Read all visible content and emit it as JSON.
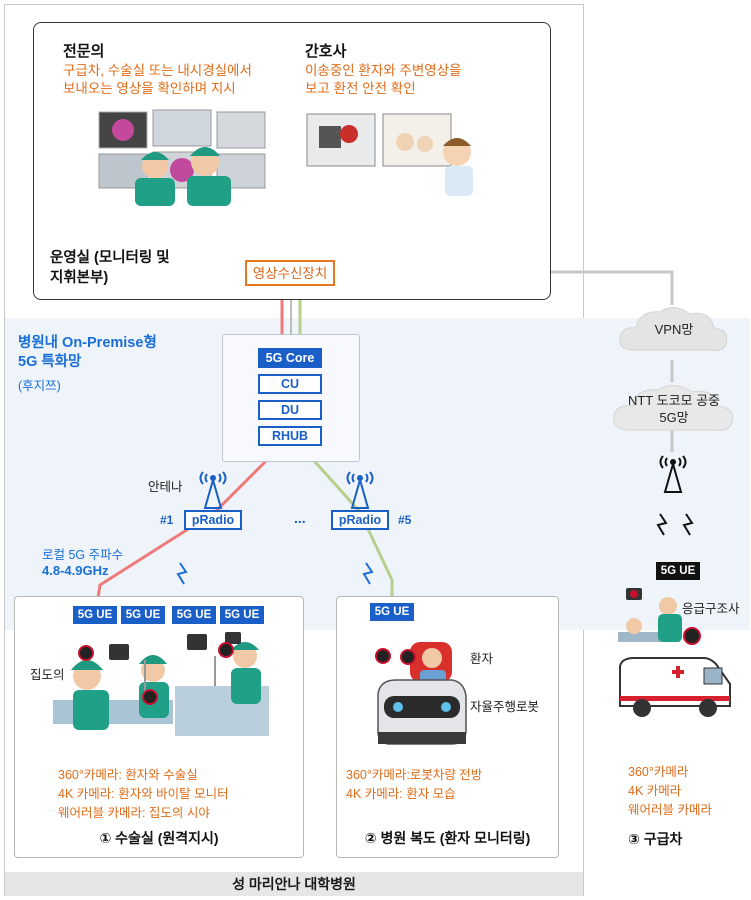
{
  "operations_room": {
    "specialist_title": "전문의",
    "specialist_desc_line1": "구급차, 수술실 또는 내시경실에서",
    "specialist_desc_line2": "보내오는 영상을 확인하며 지시",
    "nurse_title": "간호사",
    "nurse_desc_line1": "이송중인 환자와 주변영상을",
    "nurse_desc_line2": "보고 환전 안전 확인",
    "room_label_line1": "운영실 (모니터링 및",
    "room_label_line2": "지휘본부)",
    "receiver_label": "영상수신장치"
  },
  "network": {
    "title_line1": "병원내 On-Premise형",
    "title_line2": "5G 특화망",
    "vendor": "(후지쯔)",
    "core_blocks": [
      "5G Core",
      "CU",
      "DU",
      "RHUB"
    ],
    "antenna_label": "안테나",
    "pradio_label": "pRadio",
    "pradio_left_num": "#1",
    "pradio_right_num": "#5",
    "ellipsis": "...",
    "freq_label": "로컬 5G 주파수",
    "freq_value": "4.8-4.9GHz"
  },
  "external": {
    "vpn_label": "VPN망",
    "ntt_line1": "NTT 도코모 공중",
    "ntt_line2": "5G망",
    "ue_label": "5G UE",
    "paramedic_label": "응급구조사",
    "cams": [
      "360°카메라",
      "4K 카메라",
      "웨어러블 카메라"
    ],
    "section_label": "③ 구급차"
  },
  "operating_room": {
    "ue_labels": [
      "5G UE",
      "5G UE",
      "5G UE",
      "5G UE"
    ],
    "surgeon_label": "집도의",
    "cams": [
      "360°카메라: 환자와 수술실",
      "4K 카메라: 환자와 바이탈 모니터",
      "웨어러블 카메라: 집도의 시야"
    ],
    "section_label": "① 수술실 (원격지시)"
  },
  "corridor": {
    "ue_label": "5G UE",
    "patient_label": "환자",
    "robot_label": "자율주행로봇",
    "cams": [
      "360°카메라:로봇차량 전방",
      "4K 카메라: 환자 모습"
    ],
    "section_label": "② 병원 복도 (환자 모니터링)"
  },
  "footer_label": "성 마리안나 대학병원",
  "colors": {
    "accent_blue": "#1a5fc8",
    "orange": "#e06c1a",
    "red_link": "#f07a7a",
    "green_link": "#b7cf8d",
    "gray_link": "#c8c8c8"
  }
}
